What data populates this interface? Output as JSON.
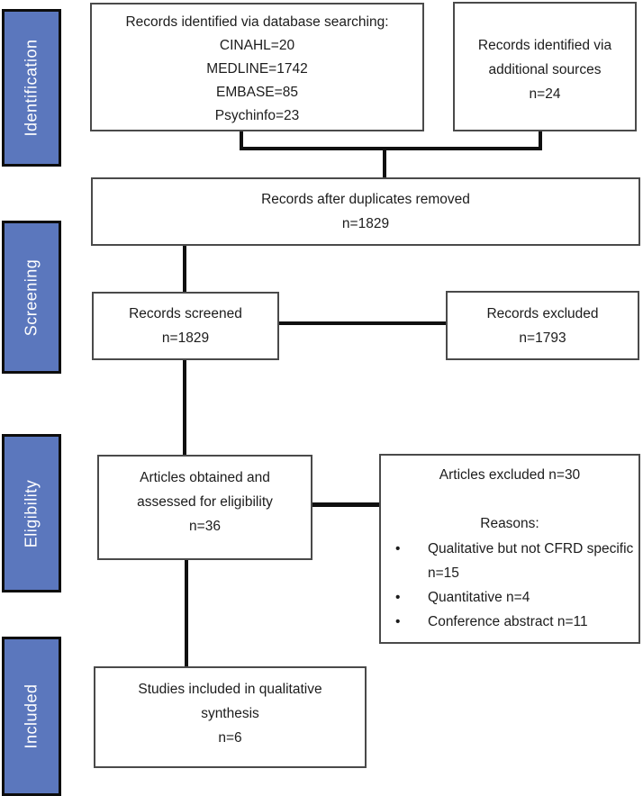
{
  "palette": {
    "sidebar_fill": "#5b77bd",
    "sidebar_text": "#ffffff",
    "box_border": "#4a4a4a",
    "line_color": "#101010",
    "background": "#ffffff"
  },
  "sidebar": {
    "items": [
      {
        "label": "Identification"
      },
      {
        "label": "Screening"
      },
      {
        "label": "Eligibility"
      },
      {
        "label": "Included"
      }
    ]
  },
  "flowchart": {
    "boxes": {
      "identified_db": {
        "lines": [
          "Records identified via database searching:",
          "CINAHL=20",
          "MEDLINE=1742",
          "EMBASE=85",
          "Psychinfo=23"
        ]
      },
      "identified_additional": {
        "lines": [
          "Records identified via",
          "additional sources",
          "n=24"
        ]
      },
      "after_duplicates": {
        "lines": [
          "Records after duplicates removed",
          "n=1829"
        ]
      },
      "screened": {
        "lines": [
          "Records screened",
          "n=1829"
        ]
      },
      "records_excluded": {
        "lines": [
          "Records excluded",
          "n=1793"
        ]
      },
      "eligibility_assessed": {
        "lines": [
          "Articles obtained and",
          "assessed for eligibility",
          "n=36"
        ]
      },
      "articles_excluded": {
        "title": "Articles excluded n=30",
        "reasons_heading": "Reasons:",
        "bullet_glyph": "•",
        "reasons": [
          "Qualitative but not CFRD specific n=15",
          "Quantitative n=4",
          "Conference abstract n=11"
        ]
      },
      "included_studies": {
        "lines": [
          "Studies included in qualitative",
          "synthesis",
          "n=6"
        ]
      }
    }
  }
}
